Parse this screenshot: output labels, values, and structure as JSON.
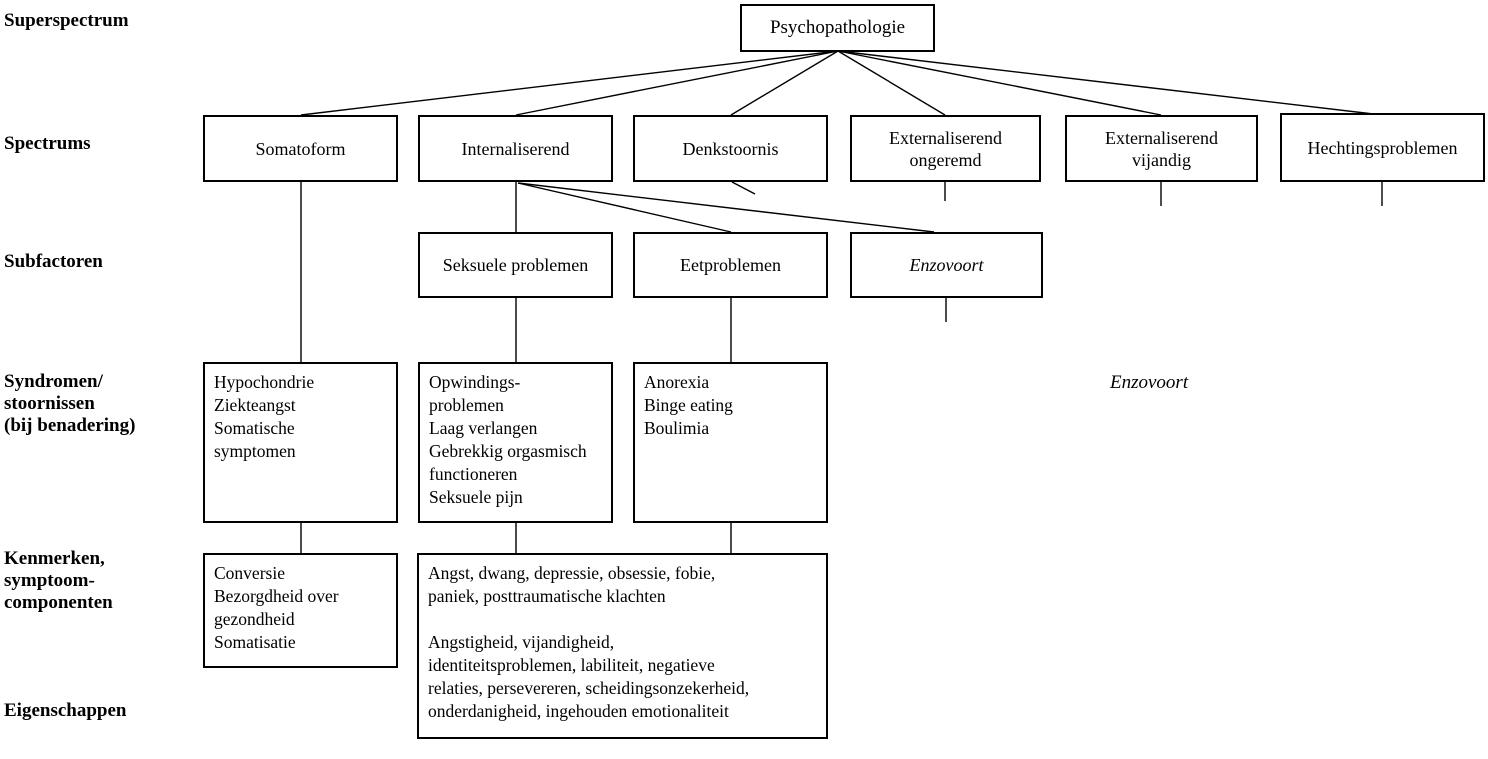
{
  "colors": {
    "background": "#ffffff",
    "line": "#000000",
    "text": "#000000",
    "box_border": "#000000"
  },
  "row_labels": {
    "superspectrum": "Superspectrum",
    "spectrums": "Spectrums",
    "subfactoren": "Subfactoren",
    "syndromen": "Syndromen/\nstoornissen\n(bij benadering)",
    "kenmerken": "Kenmerken,\nsymptoom-\ncomponenten",
    "eigenschappen": "Eigenschappen"
  },
  "tree": {
    "superspectrum": {
      "label": "Psychopathologie"
    },
    "spectrums": [
      {
        "label": "Somatoform"
      },
      {
        "label": "Internaliserend"
      },
      {
        "label": "Denkstoornis"
      },
      {
        "label": "Externaliserend\nongeremd"
      },
      {
        "label": "Externaliserend\nvijandig"
      },
      {
        "label": "Hechtingsproblemen"
      }
    ],
    "subfactoren": [
      {
        "label": "Seksuele problemen"
      },
      {
        "label": "Eetproblemen"
      },
      {
        "label": "Enzovoort",
        "italic": true
      }
    ],
    "syndromen": [
      {
        "lines": "Hypochondrie\nZiekteangst\nSomatische\nsymptomen"
      },
      {
        "lines": "Opwindings-\nproblemen\nLaag verlangen\nGebrekkig orgasmisch\nfunctioneren\nSeksuele pijn"
      },
      {
        "lines": "Anorexia\nBinge eating\nBoulimia"
      },
      {
        "label": "Enzovoort",
        "italic": true,
        "boxed": false
      }
    ],
    "kenmerken": [
      {
        "lines": "Conversie\nBezorgdheid over\ngezondheid\nSomatisatie"
      },
      {
        "lines": "Angst, dwang, depressie, obsessie, fobie,\npaniek, posttraumatische klachten\n\nAngstigheid, vijandigheid,\nidentiteitsproblemen, labiliteit, negatieve\nrelaties, persevereren, scheidingsonzekerheid,\nonderdanigheid, ingehouden emotionaliteit"
      }
    ]
  }
}
